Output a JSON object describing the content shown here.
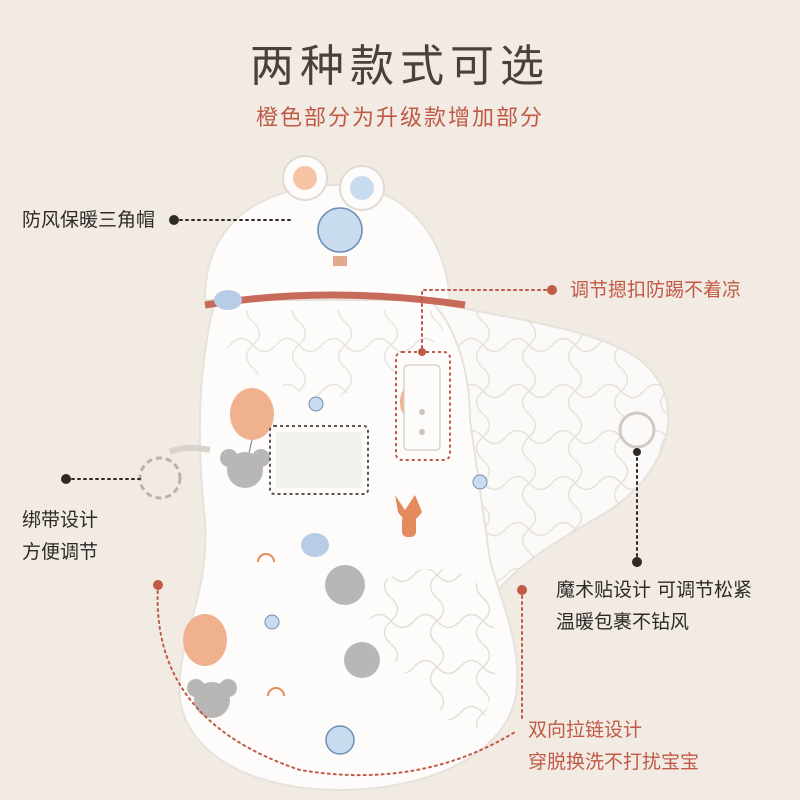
{
  "header": {
    "title": "两种款式可选",
    "subtitle": "橙色部分为升级款增加部分"
  },
  "callouts": {
    "hood": "防风保暖三角帽",
    "strap_line1": "绑带设计",
    "strap_line2": "方便调节",
    "buckle": "调节摁扣防踢不着凉",
    "velcro_line1": "魔术贴设计 可调节松紧",
    "velcro_line2": "温暖包裹不钻风",
    "zipper_line1": "双向拉链设计",
    "zipper_line2": "穿脱换洗不打扰宝宝"
  },
  "colors": {
    "background": "#f1ebe4",
    "title": "#4a403c",
    "accent": "#c05a46",
    "text": "#2f2a28"
  }
}
